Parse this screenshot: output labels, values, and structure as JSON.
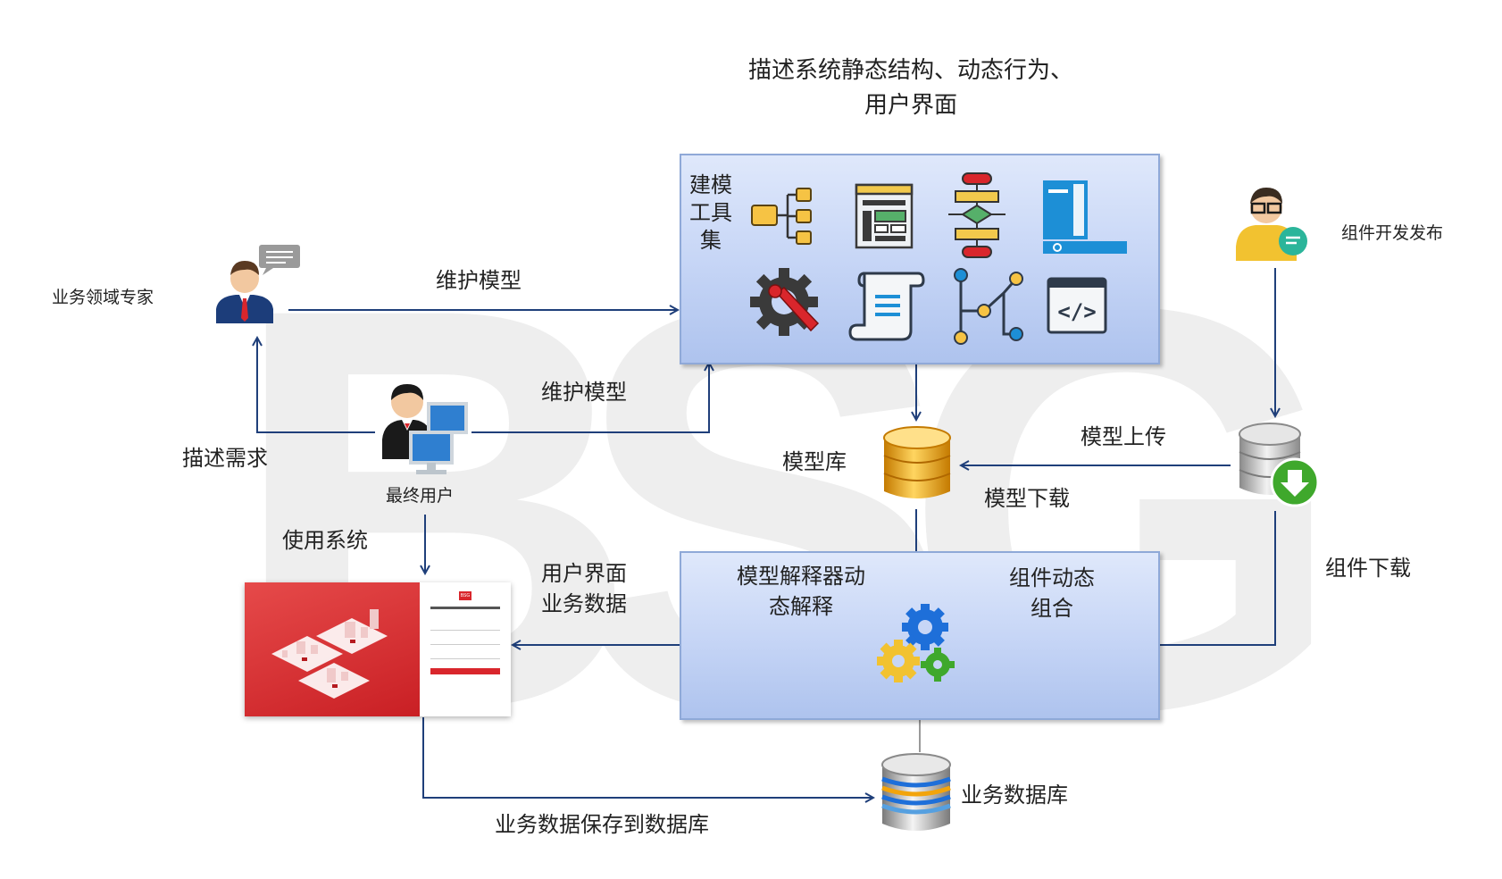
{
  "watermark": "BSG",
  "top_caption": {
    "line1": "描述系统静态结构、动态行为、",
    "line2": "用户界面"
  },
  "modeling_panel": {
    "label_line1": "建模",
    "label_line2": "工具",
    "label_line3": "集",
    "icons": [
      "org-chart-icon",
      "form-layout-icon",
      "flowchart-icon",
      "window-sidebar-icon",
      "gear-wrench-icon",
      "scroll-document-icon",
      "node-path-icon",
      "code-window-icon"
    ],
    "code_glyph": "</>"
  },
  "interpreter_panel": {
    "left_line1": "模型解释器动",
    "left_line2": "态解释",
    "right_line1": "组件动态",
    "right_line2": "组合"
  },
  "actors": {
    "domain_expert": "业务领域专家",
    "end_user": "最终用户",
    "component_publisher": "组件开发发布"
  },
  "stores": {
    "model_repo": "模型库",
    "business_db": "业务数据库"
  },
  "edges": {
    "maintain_model_1": "维护模型",
    "maintain_model_2": "维护模型",
    "describe_requirements": "描述需求",
    "use_system": "使用系统",
    "ui_line1": "用户界面",
    "ui_line2": "业务数据",
    "save_business_data": "业务数据保存到数据库",
    "model_upload": "模型上传",
    "model_download": "模型下载",
    "component_download": "组件下载"
  },
  "login_screen": {
    "logo_text": "BSG"
  },
  "colors": {
    "arrow": "#1f3f7a",
    "panel_border": "#8fa9d8",
    "panel_fill": "#c7d6f6",
    "brand_red": "#d9262c",
    "db_gold": "#f2a40c"
  }
}
